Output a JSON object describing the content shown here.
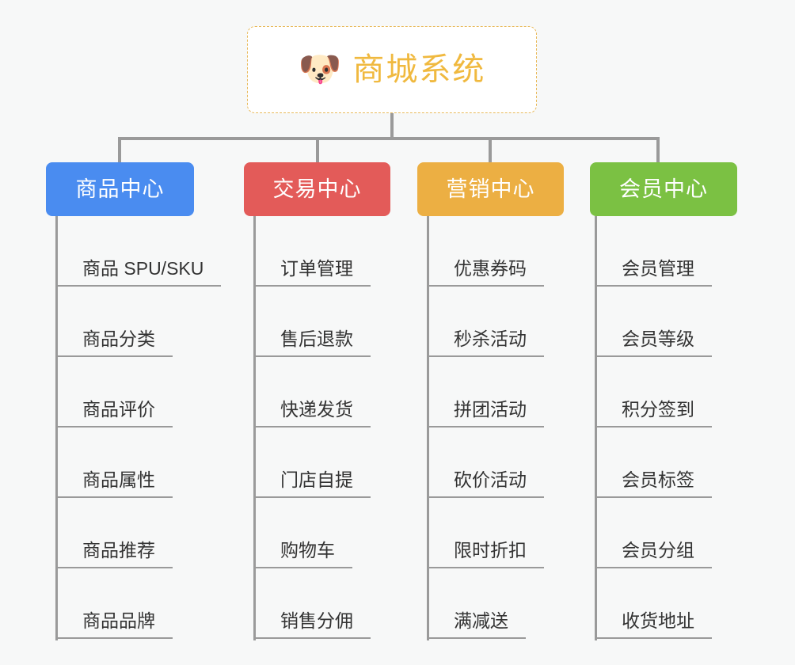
{
  "diagram": {
    "type": "org-chart-mindmap",
    "background_color": "#f7f8f8",
    "root": {
      "icon": "dog-face-icon",
      "icon_glyph": "🐶",
      "title": "商城系统",
      "text_color": "#f0b93f",
      "border_color": "#e8b95a",
      "background_color": "#ffffff"
    },
    "line_color": "#9a9a9a",
    "branches": [
      {
        "label": "商品中心",
        "color": "#4a8cf0",
        "items": [
          "商品 SPU/SKU",
          "商品分类",
          "商品评价",
          "商品属性",
          "商品推荐",
          "商品品牌"
        ]
      },
      {
        "label": "交易中心",
        "color": "#e35b59",
        "items": [
          "订单管理",
          "售后退款",
          "快递发货",
          "门店自提",
          "购物车",
          "销售分佣"
        ]
      },
      {
        "label": "营销中心",
        "color": "#ecaf43",
        "items": [
          "优惠券码",
          "秒杀活动",
          "拼团活动",
          "砍价活动",
          "限时折扣",
          "满减送"
        ]
      },
      {
        "label": "会员中心",
        "color": "#7bc council",
        "items": [
          "会员管理",
          "会员等级",
          "积分签到",
          "会员标签",
          "会员分组",
          "收货地址"
        ]
      }
    ]
  }
}
